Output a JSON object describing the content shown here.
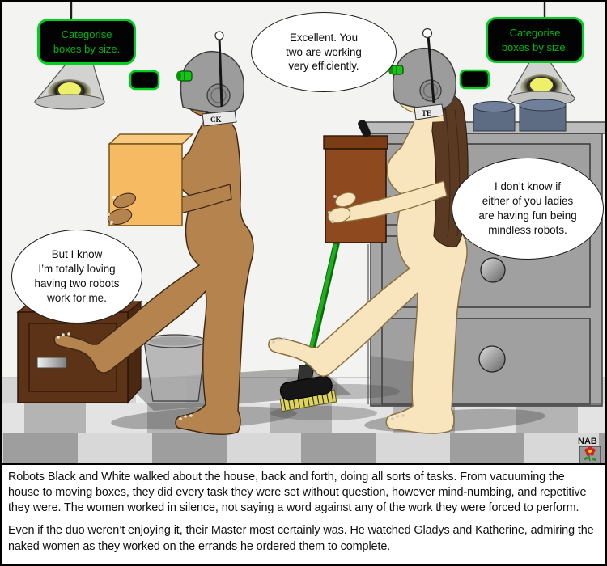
{
  "scene": {
    "signs": {
      "left": "Categorise\nboxes by size.",
      "right": "Categorise\nboxes by size."
    },
    "speech_bubbles": {
      "top_center": "Excellent. You\ntwo are working\nvery efficiently.",
      "right": "I don’t know if\neither of you ladies\nare having fun being\nmindless robots.",
      "left": "But I know\nI’m totally loving\nhaving two robots\nwork for me."
    },
    "collar_tags": {
      "left_robot": "CK",
      "right_robot": "TE"
    },
    "signature": "NAB",
    "colors": {
      "sign_green": "#00b317",
      "sign_border": "#00cf1d",
      "lamp_glow": "#eeee66",
      "broom_green": "#1fae1f",
      "skin_left": "#b5834e",
      "skin_right": "#f8e5bd"
    }
  },
  "caption": {
    "para1": "Robots Black and White walked about the house, back and forth, doing all sorts of tasks. From vacuuming the house to moving boxes, they did every task they were set without question, however mind-numbing, and repetitive they were. The women worked in silence, not saying a word against any of the work they were forced to perform.",
    "para2": "Even if the duo weren’t enjoying it, their Master most certainly was. He watched Gladys and Katherine, admiring the naked women as they worked on the errands he ordered them to complete."
  }
}
